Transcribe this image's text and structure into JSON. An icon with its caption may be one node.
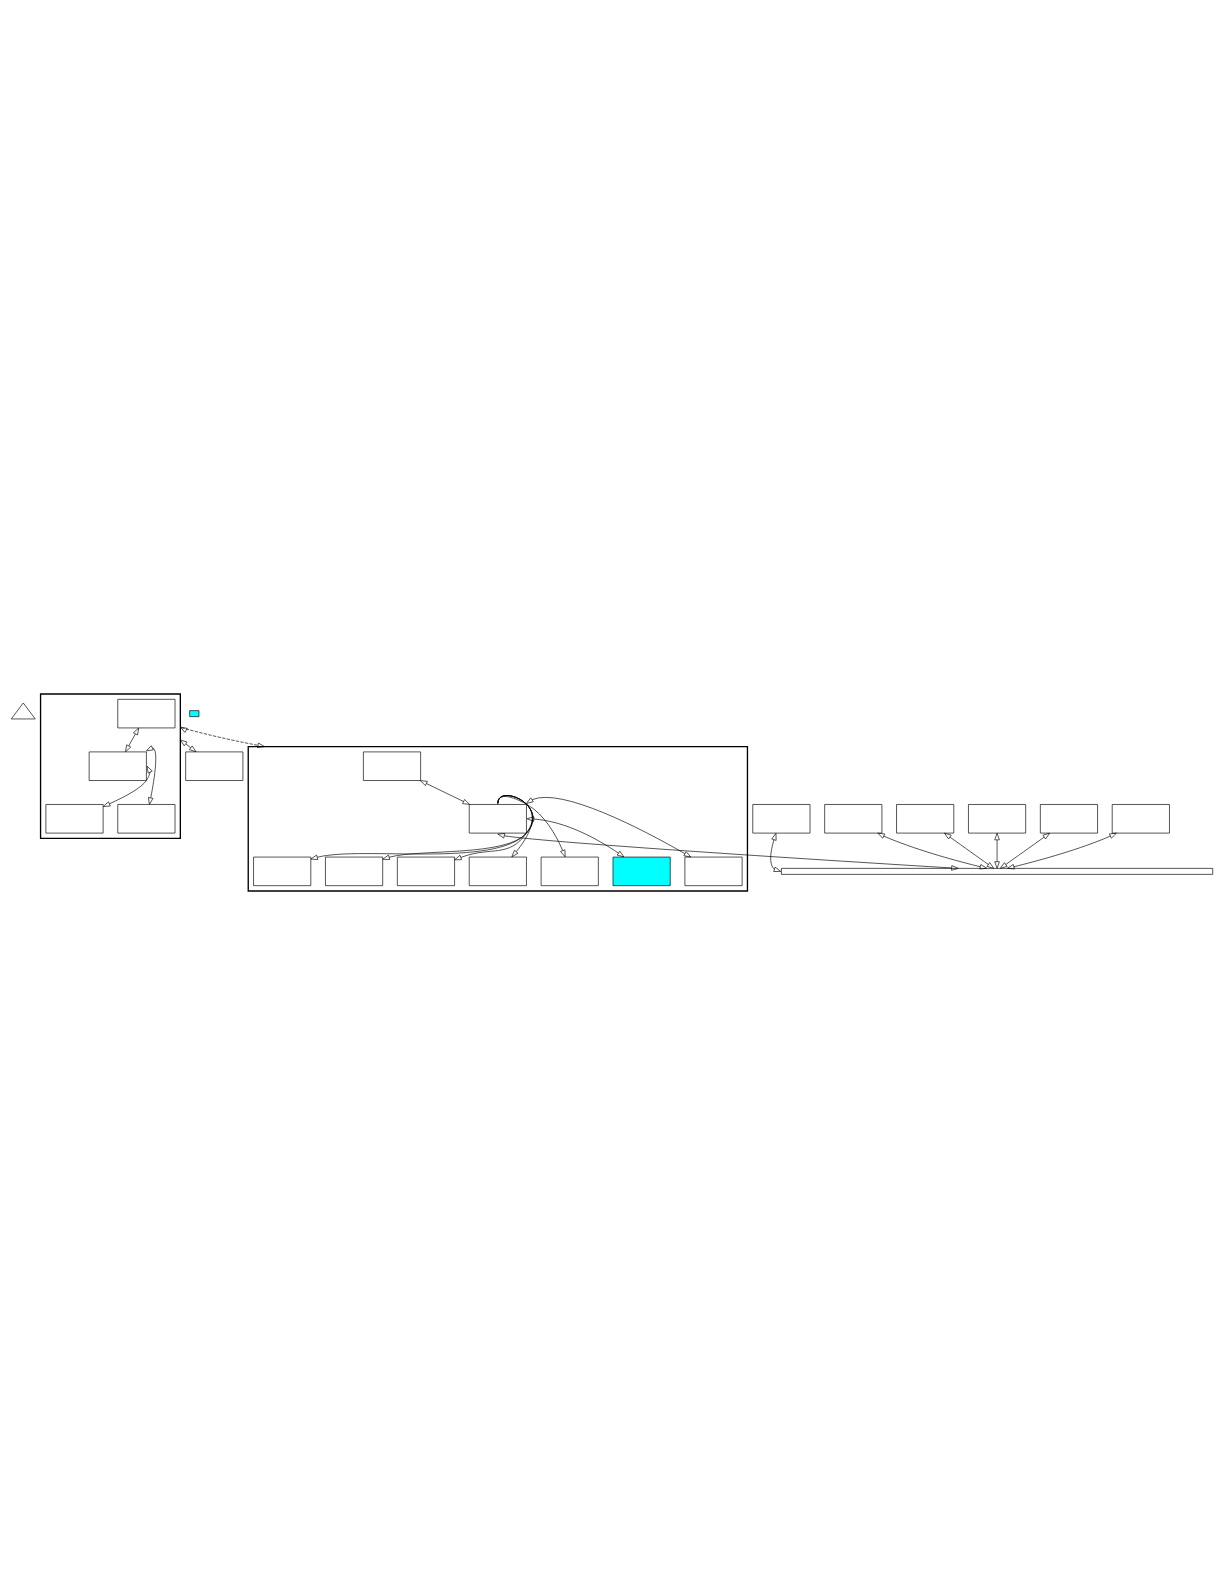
{
  "diagram": {
    "nodes": [
      {
        "text": [],
        "shape": "triangle"
      },
      {
        "text": [],
        "shape": "box"
      },
      {
        "text": [],
        "shape": "box",
        "in": 1
      },
      {
        "text": [],
        "shape": "box",
        "in": 1
      },
      {
        "text": [],
        "shape": "box",
        "in": 1
      },
      {
        "text": [],
        "shape": "box",
        "in": 1
      },
      {
        "text": [],
        "shape": "box"
      },
      {
        "text": [],
        "shape": "box"
      },
      {
        "text": [],
        "shape": "box",
        "in": 7
      },
      {
        "text": [],
        "shape": "box",
        "in": 7
      },
      {
        "text": [],
        "shape": "box",
        "in": 7
      },
      {
        "text": [],
        "shape": "box",
        "in": 7
      },
      {
        "text": [],
        "shape": "box",
        "in": 7
      },
      {
        "text": [],
        "shape": "box",
        "in": 7
      },
      {
        "text": [],
        "shape": "box",
        "in": 7
      },
      {
        "text": [],
        "shape": "box",
        "in": 7
      },
      {
        "text": [],
        "shape": "box",
        "in": 7
      },
      {
        "text": [],
        "shape": "box"
      },
      {
        "text": [],
        "shape": "box"
      },
      {
        "text": [],
        "shape": "box"
      },
      {
        "text": [],
        "shape": "box"
      },
      {
        "text": [],
        "shape": "box"
      },
      {
        "text": [],
        "shape": "box"
      },
      {
        "text": [],
        "shape": "bar"
      },
      {
        "text": [],
        "shape": "box"
      }
    ],
    "edges": [
      {
        "from": 2,
        "to": 5,
        "arrow": "both"
      },
      {
        "from": 5,
        "to": 3,
        "arrow": "both"
      },
      {
        "from": 5,
        "to": 4,
        "arrow": "both"
      },
      {
        "from": 1,
        "to": 6,
        "arrow": "both"
      },
      {
        "from": 1,
        "to": 7,
        "arrow": "both",
        "style": "dashed"
      },
      {
        "from": 8,
        "to": 9,
        "arrow": "both"
      },
      {
        "from": 9,
        "to": 10,
        "arrow": "both"
      },
      {
        "from": 9,
        "to": 11,
        "arrow": "to"
      },
      {
        "from": 9,
        "to": 12,
        "arrow": "to"
      },
      {
        "from": 9,
        "to": 13,
        "arrow": "to"
      },
      {
        "from": 9,
        "to": 14,
        "arrow": "to"
      },
      {
        "from": 9,
        "to": 15,
        "arrow": "to"
      },
      {
        "from": 9,
        "to": 16,
        "arrow": "both"
      },
      {
        "from": 9,
        "to": 23,
        "arrow": "both"
      },
      {
        "from": 22,
        "to": 23,
        "arrow": "both"
      },
      {
        "from": 17,
        "to": 23,
        "arrow": "both"
      },
      {
        "from": 18,
        "to": 23,
        "arrow": "both"
      },
      {
        "from": 19,
        "to": 23,
        "arrow": "both"
      },
      {
        "from": 20,
        "to": 23,
        "arrow": "both"
      },
      {
        "from": 21,
        "to": 23,
        "arrow": "both"
      }
    ]
  }
}
